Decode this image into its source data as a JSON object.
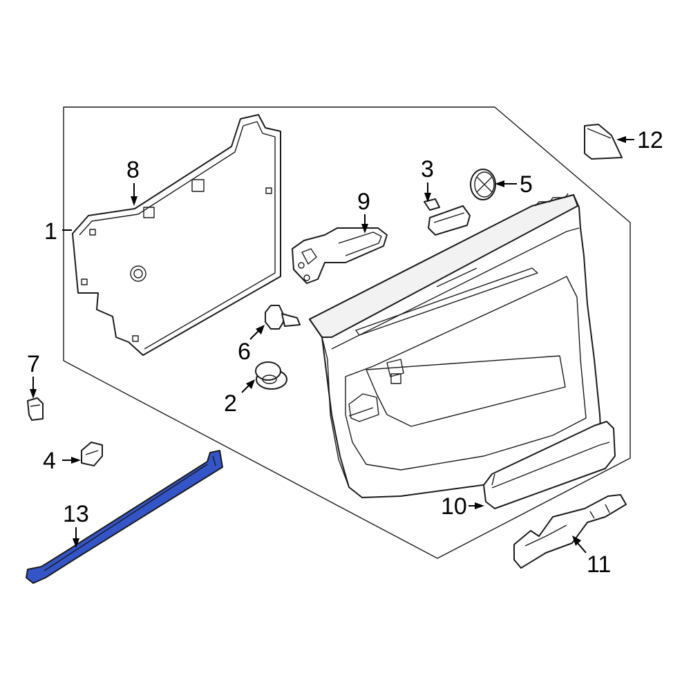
{
  "diagram": {
    "highlight_color": "#3355c8",
    "line_color": "#1a1a1a",
    "background": "#ffffff",
    "callouts": [
      {
        "id": "1",
        "label": "1"
      },
      {
        "id": "2",
        "label": "2"
      },
      {
        "id": "3",
        "label": "3"
      },
      {
        "id": "4",
        "label": "4"
      },
      {
        "id": "5",
        "label": "5"
      },
      {
        "id": "6",
        "label": "6"
      },
      {
        "id": "7",
        "label": "7"
      },
      {
        "id": "8",
        "label": "8"
      },
      {
        "id": "9",
        "label": "9"
      },
      {
        "id": "10",
        "label": "10"
      },
      {
        "id": "11",
        "label": "11"
      },
      {
        "id": "12",
        "label": "12"
      },
      {
        "id": "13",
        "label": "13"
      }
    ],
    "highlighted_part": "13"
  }
}
